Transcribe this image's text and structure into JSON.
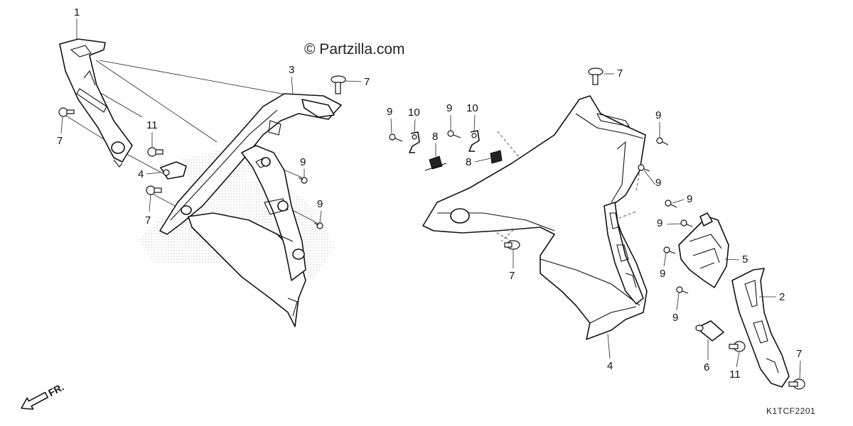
{
  "watermark": "© Partzilla.com",
  "diagram_code": "K1TCF2201",
  "front_indicator": "FR.",
  "callouts": [
    "1",
    "2",
    "3",
    "4",
    "4",
    "5",
    "6",
    "7",
    "7",
    "7",
    "7",
    "7",
    "7",
    "8",
    "8",
    "9",
    "9",
    "9",
    "9",
    "9",
    "9",
    "9",
    "9",
    "9",
    "9",
    "10",
    "10",
    "11",
    "11"
  ]
}
